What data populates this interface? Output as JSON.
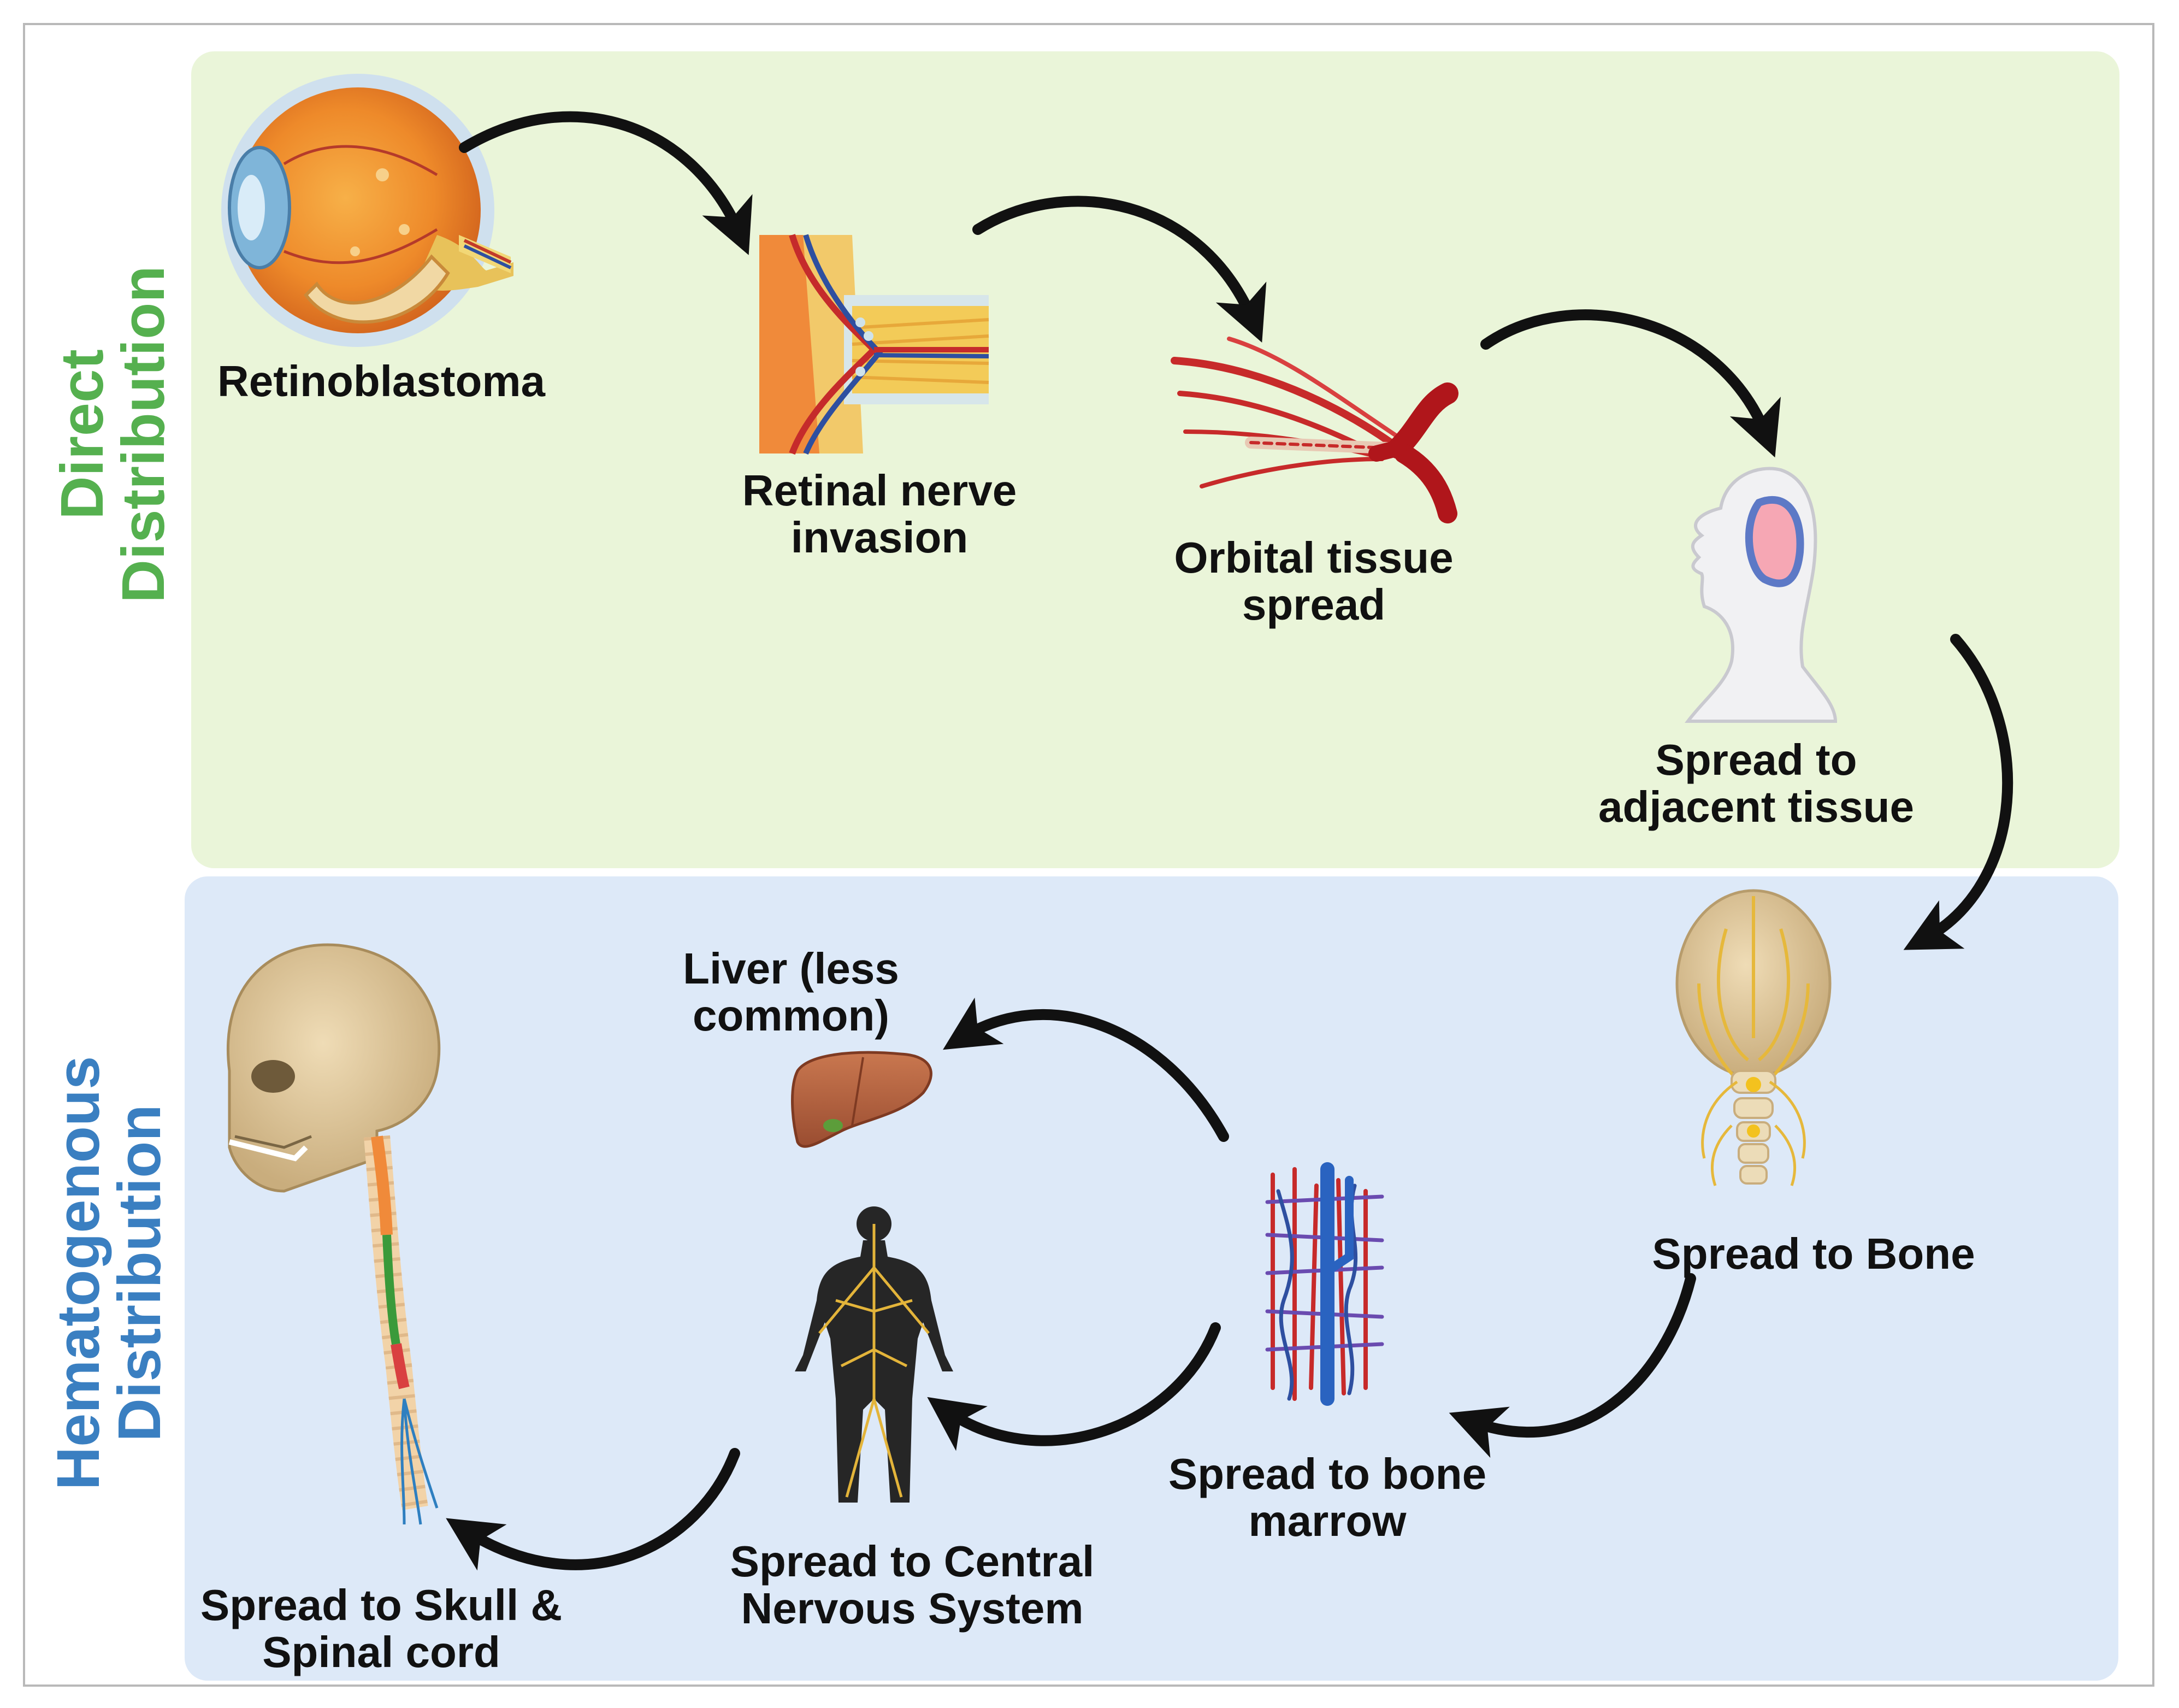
{
  "sections": {
    "direct": {
      "title_line1": "Direct",
      "title_line2": "Distribution",
      "color": "#55b04f"
    },
    "hematogenous": {
      "title_line1": "Hematogenous",
      "title_line2": "Distribution",
      "color": "#3a7fc1"
    }
  },
  "nodes": {
    "retinoblastoma": {
      "line1": "Retinoblastoma",
      "icon": "eye-icon"
    },
    "retinal_nerve": {
      "line1": "Retinal nerve",
      "line2": "invasion",
      "icon": "optic-nerve-icon"
    },
    "orbital_tissue": {
      "line1": "Orbital tissue",
      "line2": "spread",
      "icon": "blood-vessel-icon"
    },
    "adjacent_tissue": {
      "line1": "Spread to",
      "line2": "adjacent tissue",
      "icon": "head-icon"
    },
    "bone": {
      "line1": "Spread to Bone",
      "icon": "skull-back-icon"
    },
    "bone_marrow": {
      "line1": "Spread to bone",
      "line2": "marrow",
      "icon": "bone-marrow-icon"
    },
    "liver": {
      "line1": "Liver (less",
      "line2": "common)",
      "icon": "liver-icon"
    },
    "cns": {
      "line1": "Spread to Central",
      "line2": "Nervous System",
      "icon": "nervous-system-icon"
    },
    "skull_spine": {
      "line1": "Spread to Skull &",
      "line2": "Spinal cord",
      "icon": "skull-spine-icon"
    }
  },
  "arrows": [
    {
      "from": "retinoblastoma",
      "to": "retinal_nerve"
    },
    {
      "from": "retinal_nerve",
      "to": "orbital_tissue"
    },
    {
      "from": "orbital_tissue",
      "to": "adjacent_tissue"
    },
    {
      "from": "adjacent_tissue",
      "to": "bone"
    },
    {
      "from": "bone",
      "to": "bone_marrow"
    },
    {
      "from": "bone_marrow",
      "to": "liver"
    },
    {
      "from": "bone_marrow",
      "to": "cns"
    },
    {
      "from": "cns",
      "to": "skull_spine"
    }
  ]
}
